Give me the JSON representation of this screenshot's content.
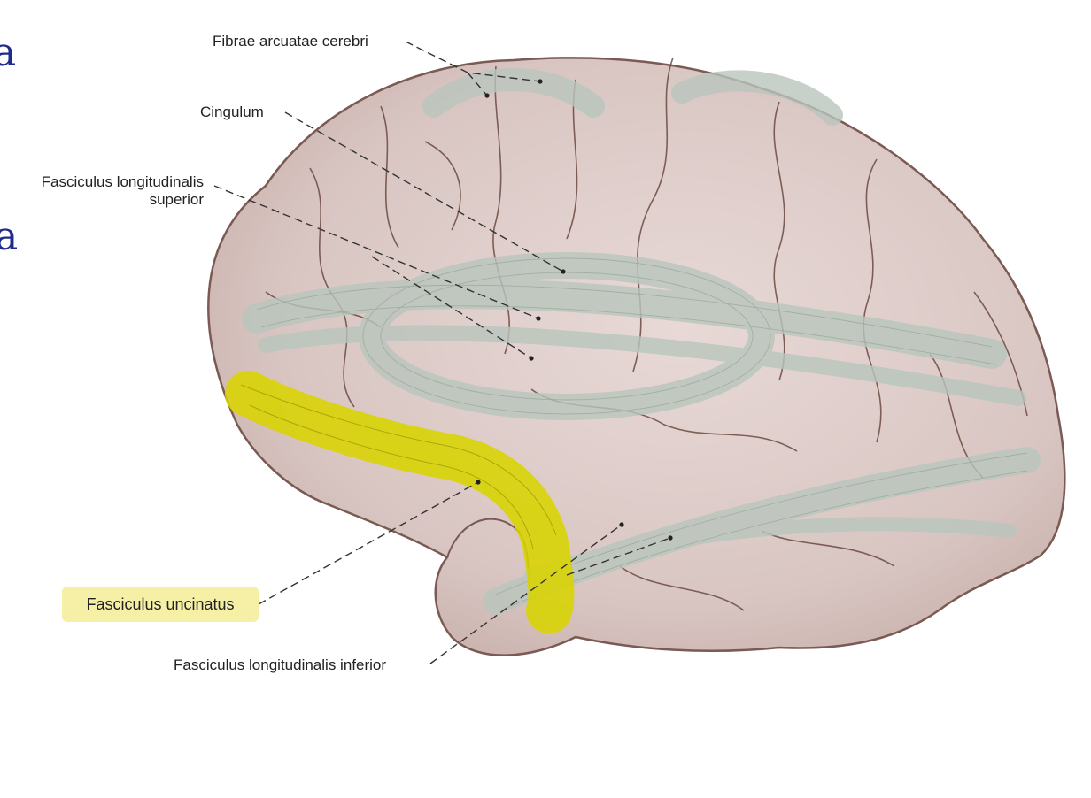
{
  "cut_letters": [
    "a",
    "a"
  ],
  "labels": {
    "fibrae": "Fibrae arcuatae cerebri",
    "cingulum": "Cingulum",
    "fls_line1": "Fasciculus longitudinalis",
    "fls_line2": "superior",
    "uncinatus": "Fasciculus uncinatus",
    "fli": "Fasciculus longitudinalis inferior"
  },
  "colors": {
    "brain": "#d9c6c3",
    "brain_outline": "#7a5a52",
    "fiber": "#b9c6bd",
    "highlight": "#d8d400",
    "label_box": "#f6f0a6",
    "cut_letters": "#1f2a8c"
  }
}
